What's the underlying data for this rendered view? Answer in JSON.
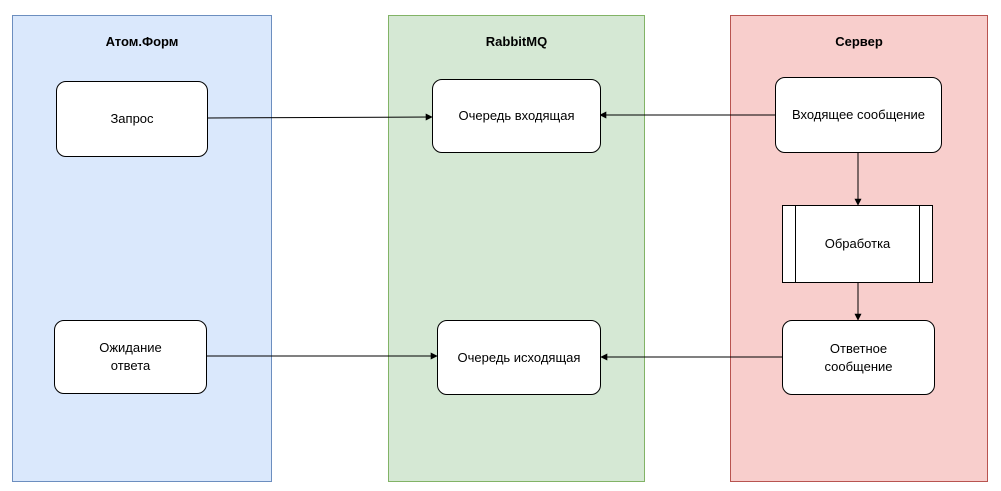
{
  "lanes": {
    "atom": {
      "title": "Атом.Форм",
      "fill": "#dae8fc",
      "stroke": "#6c8ebf"
    },
    "rabbit": {
      "title": "RabbitMQ",
      "fill": "#d5e8d4",
      "stroke": "#82b366"
    },
    "server": {
      "title": "Сервер",
      "fill": "#f8cecc",
      "stroke": "#b85450"
    }
  },
  "nodes": {
    "request": "Запрос",
    "waiting": "Ожидание\nответа",
    "queue_in": "Очередь входящая",
    "queue_out": "Очередь исходящая",
    "incoming_message": "Входящее сообщение",
    "processing": "Обработка",
    "response_message": "Ответное\nсообщение"
  },
  "edges": [
    {
      "from": "request",
      "to": "queue_in"
    },
    {
      "from": "incoming_message",
      "to": "queue_in"
    },
    {
      "from": "incoming_message",
      "to": "processing"
    },
    {
      "from": "processing",
      "to": "response_message"
    },
    {
      "from": "response_message",
      "to": "queue_out"
    },
    {
      "from": "waiting",
      "to": "queue_out"
    }
  ]
}
